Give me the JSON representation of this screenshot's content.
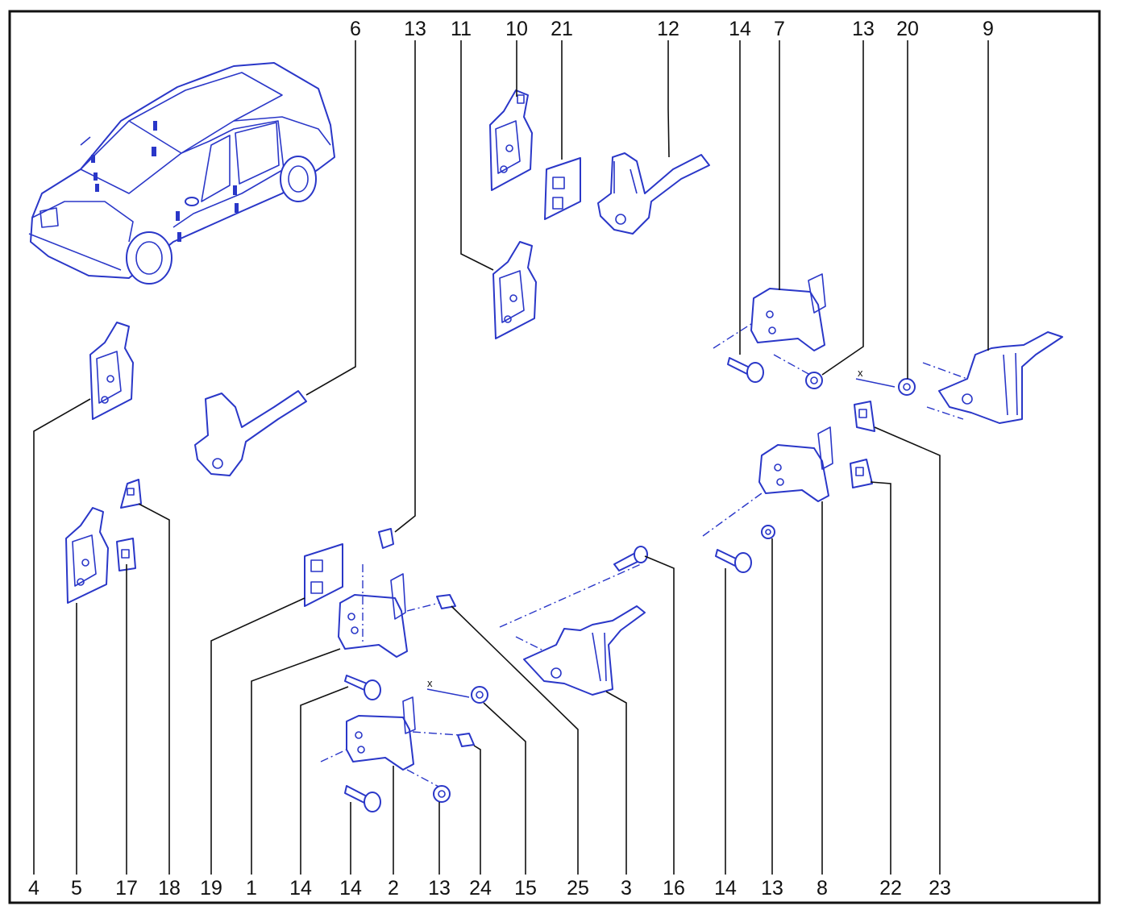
{
  "callouts_top": [
    "6",
    "13",
    "11",
    "10",
    "21",
    "12",
    "14",
    "7",
    "13",
    "20",
    "9"
  ],
  "callouts_bottom": [
    "4",
    "5",
    "17",
    "18",
    "19",
    "1",
    "14",
    "14",
    "2",
    "13",
    "24",
    "15",
    "25",
    "3",
    "16",
    "14",
    "13",
    "8",
    "22",
    "23"
  ],
  "markers": [
    "x",
    "x"
  ],
  "colors": {
    "line_art": "#2a37c8",
    "leader": "#111111",
    "frame": "#111111",
    "background": "#ffffff"
  }
}
